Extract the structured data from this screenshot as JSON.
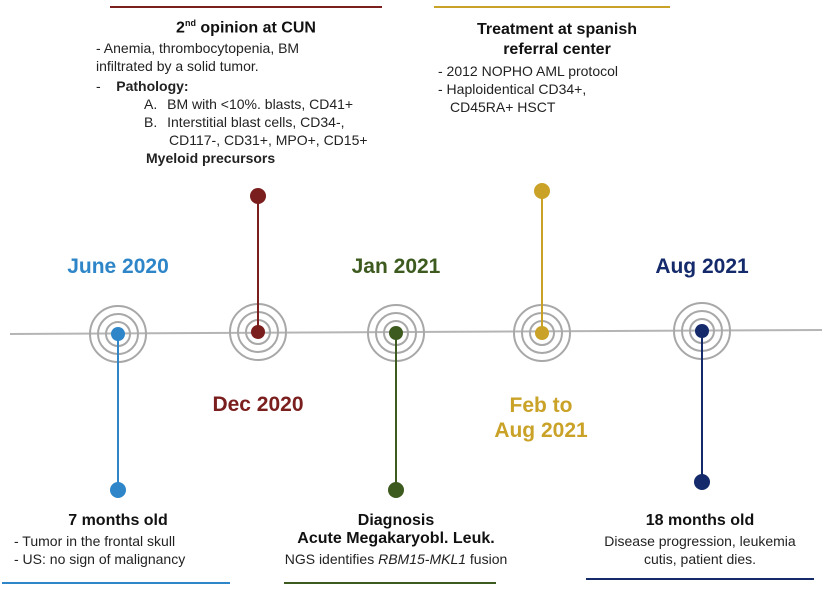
{
  "colors": {
    "june": "#2e86c8",
    "dec": "#7a1e1e",
    "jan": "#3d5a1f",
    "feb": "#c9a227",
    "aug": "#142a6b",
    "axis": "#b5b5b5",
    "rings": "#a8a8a8"
  },
  "events": {
    "june_2020": {
      "date": "June 2020",
      "title": "7 months old",
      "lines": [
        "-  Tumor in the frontal skull",
        "- US: no sign of malignancy"
      ]
    },
    "dec_2020": {
      "date": "Dec 2020",
      "title_main": "2",
      "title_sup": "nd",
      "title_rest": " opinion at CUN",
      "line1": "-  Anemia, thrombocytopenia, BM",
      "line2": "infiltrated by a solid tumor.",
      "pathology_label": "Pathology:",
      "item_a_marker": "A.",
      "item_a": "BM with <10%.  blasts,  CD41+",
      "item_b_marker": "B.",
      "item_b1": "Interstitial blast cells, CD34-,",
      "item_b2": "CD117-, CD31+, MPO+, CD15+",
      "myeloid": "Myeloid precursors"
    },
    "jan_2021": {
      "date": "Jan 2021",
      "title1": "Diagnosis",
      "title2": "Acute Megakaryobl. Leuk.",
      "text_prefix": "NGS identifies ",
      "text_italic": "RBM15-MKL1",
      "text_suffix": " fusion"
    },
    "feb_aug_2021": {
      "date_line1": "Feb to",
      "date_line2": "Aug 2021",
      "title1": "Treatment at spanish",
      "title2": "referral center",
      "line1": "- 2012 NOPHO AML protocol",
      "line2": "- Haploidentical CD34+,",
      "line3": "CD45RA+ HSCT"
    },
    "aug_2021": {
      "date": "Aug 2021",
      "title": "18 months old",
      "line1": "Disease progression, leukemia",
      "line2": "cutis, patient dies."
    }
  }
}
